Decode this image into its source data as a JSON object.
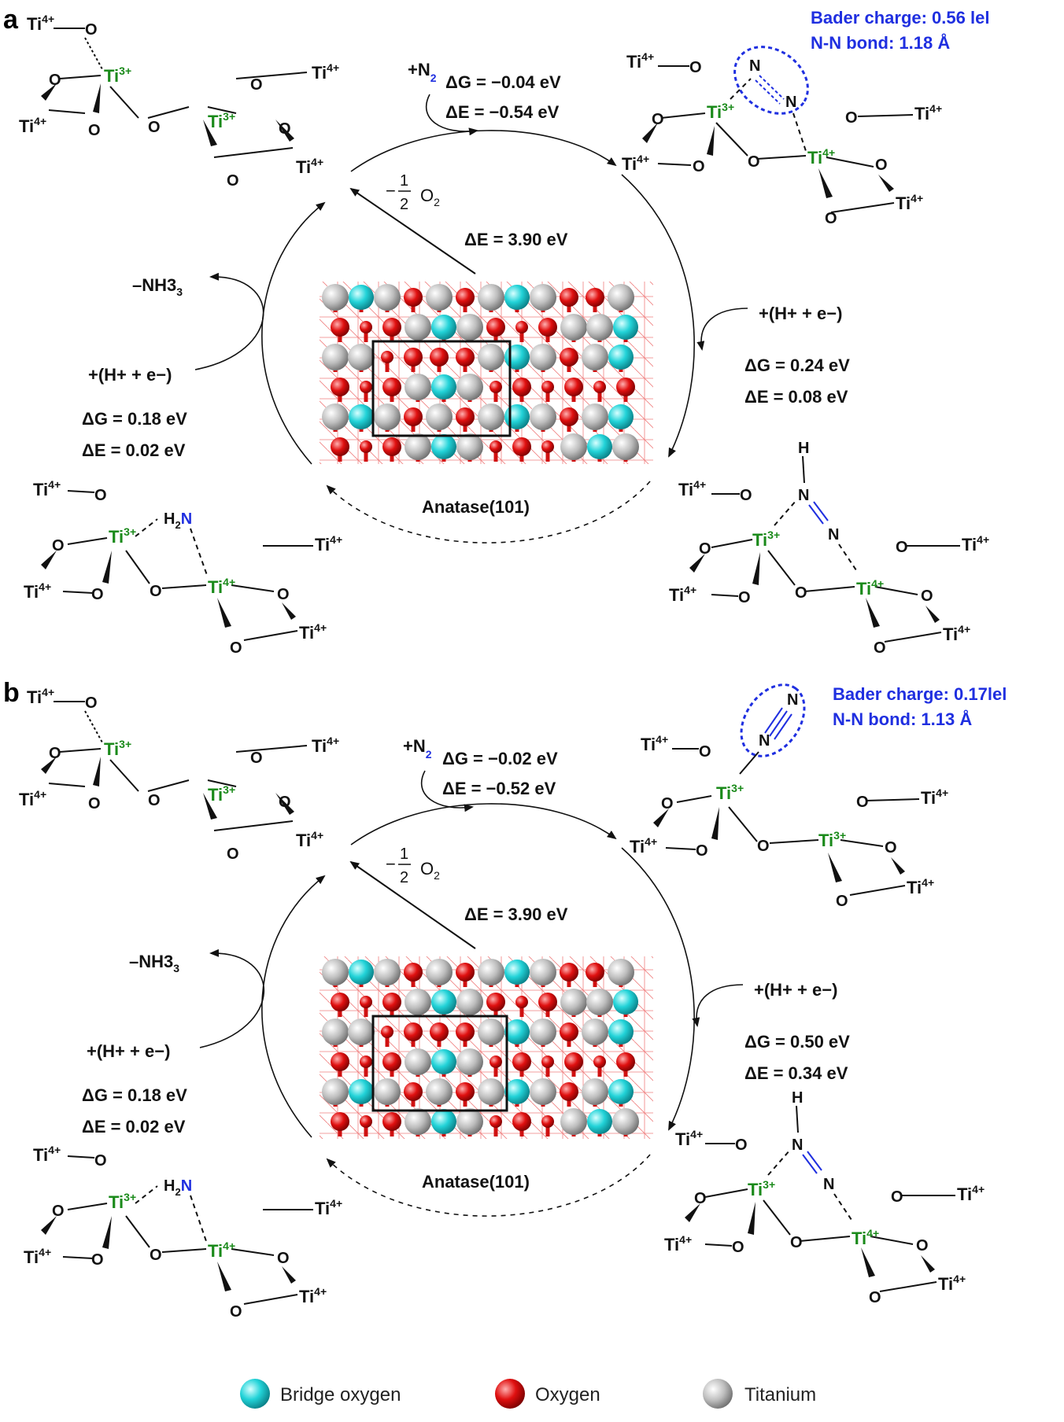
{
  "panels": [
    {
      "label": "a",
      "bader": "Bader charge: 0.56 lel",
      "nn_bond": "N-N bond: 1.18 Å",
      "step1_add": "+N",
      "step1_dG": "ΔG = −0.04 eV",
      "step1_dE": "ΔE = −0.54 eV",
      "o2_label": "O",
      "o2_dE": "ΔE = 3.90 eV",
      "step2_add": "+(H+ + e−)",
      "step2_dG": "ΔG = 0.24 eV",
      "step2_dE": "ΔE = 0.08 eV",
      "step4_remove": "–NH3",
      "step3_add": "+(H+ + e−)",
      "step3_dG": "ΔG = 0.18 eV",
      "step3_dE": "ΔE = 0.02 eV",
      "surface": "Anatase(101)",
      "n2_site_charge": "4+"
    },
    {
      "label": "b",
      "bader": "Bader charge: 0.17lel",
      "nn_bond": "N-N bond: 1.13 Å",
      "step1_add": "+N",
      "step1_dG": "ΔG = −0.02 eV",
      "step1_dE": "ΔE = −0.52 eV",
      "o2_label": "O",
      "o2_dE": "ΔE = 3.90 eV",
      "step2_add": "+(H+ + e−)",
      "step2_dG": "ΔG = 0.50 eV",
      "step2_dE": "ΔE = 0.34 eV",
      "step4_remove": "–NH3",
      "step3_add": "+(H+ + e−)",
      "step3_dG": "ΔG = 0.18 eV",
      "step3_dE": "ΔE = 0.02 eV",
      "surface": "Anatase(101)",
      "n2_site_charge": "3+"
    }
  ],
  "legend": [
    {
      "label": "Bridge oxygen",
      "color": "#22d3d8"
    },
    {
      "label": "Oxygen",
      "color": "#e01010"
    },
    {
      "label": "Titanium",
      "color": "#b8b8b8"
    }
  ],
  "colors": {
    "ti3": "#1a8a1a",
    "nitrogen": "#1f2fe0",
    "bridge_oxygen": "#22d3d8",
    "oxygen": "#e01010",
    "titanium": "#b8b8b8"
  }
}
